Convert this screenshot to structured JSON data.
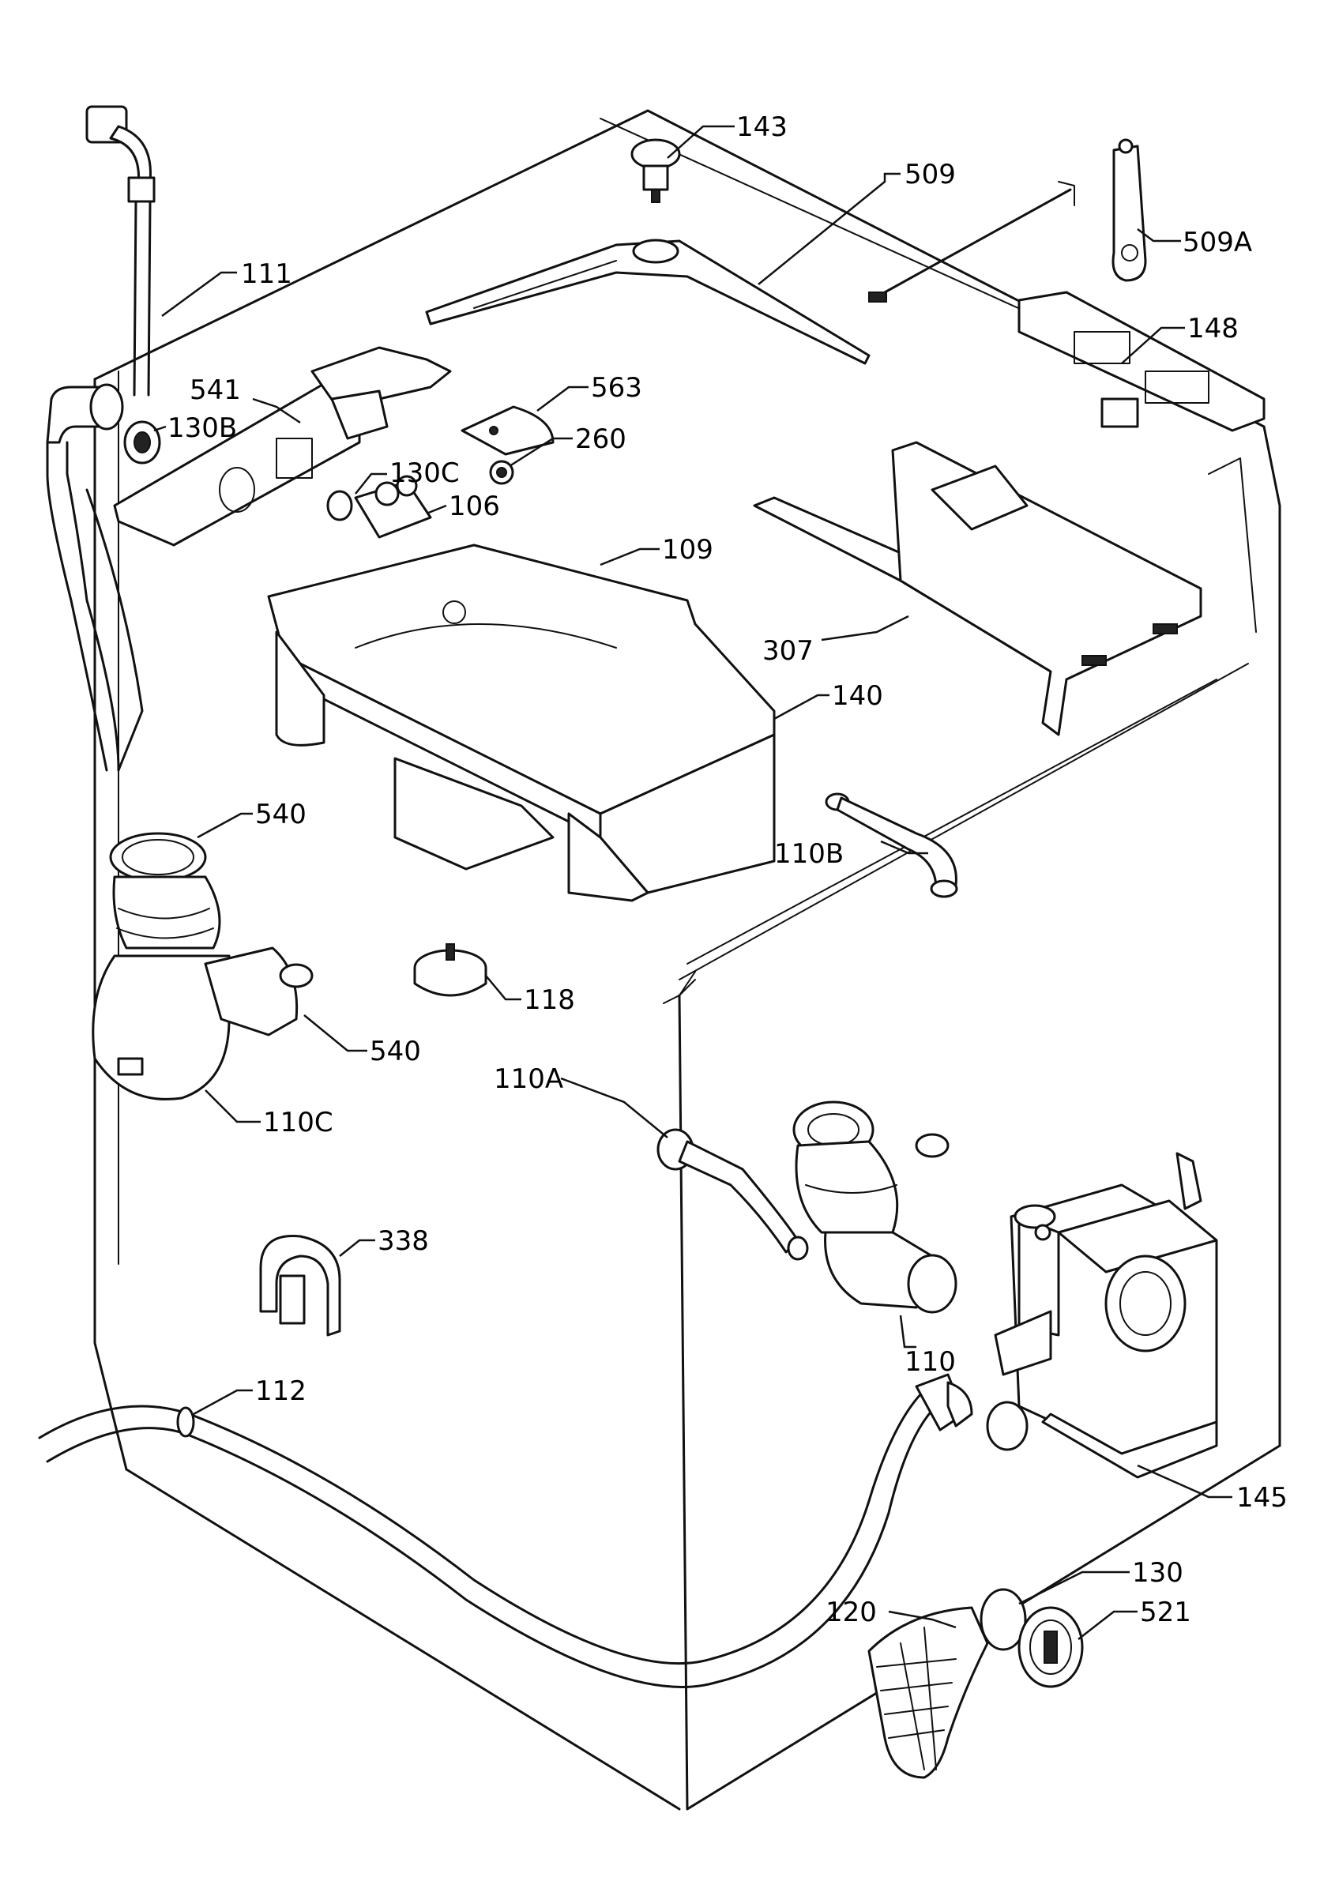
{
  "diagram": {
    "background": "#ffffff",
    "ink": "#111111",
    "callouts": [
      {
        "id": "c143",
        "text": "143"
      },
      {
        "id": "c509",
        "text": "509"
      },
      {
        "id": "c509a",
        "text": "509A"
      },
      {
        "id": "c111",
        "text": "111"
      },
      {
        "id": "c148",
        "text": "148"
      },
      {
        "id": "c541",
        "text": "541"
      },
      {
        "id": "c563",
        "text": "563"
      },
      {
        "id": "c130b",
        "text": "130B"
      },
      {
        "id": "c260",
        "text": "260"
      },
      {
        "id": "c130c",
        "text": "130C"
      },
      {
        "id": "c106",
        "text": "106"
      },
      {
        "id": "c109",
        "text": "109"
      },
      {
        "id": "c307",
        "text": "307"
      },
      {
        "id": "c140",
        "text": "140"
      },
      {
        "id": "c540a",
        "text": "540"
      },
      {
        "id": "c110b",
        "text": "110B"
      },
      {
        "id": "c118",
        "text": "118"
      },
      {
        "id": "c540b",
        "text": "540"
      },
      {
        "id": "c110a",
        "text": "110A"
      },
      {
        "id": "c110c",
        "text": "110C"
      },
      {
        "id": "c338",
        "text": "338"
      },
      {
        "id": "c110",
        "text": "110"
      },
      {
        "id": "c112",
        "text": "112"
      },
      {
        "id": "c145",
        "text": "145"
      },
      {
        "id": "c130",
        "text": "130"
      },
      {
        "id": "c120",
        "text": "120"
      },
      {
        "id": "c521",
        "text": "521"
      }
    ]
  }
}
